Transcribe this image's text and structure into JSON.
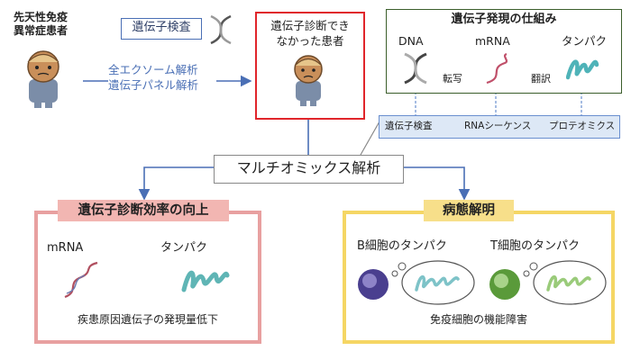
{
  "patient": {
    "label_line1": "先天性免疫",
    "label_line2": "異常症患者"
  },
  "genetic_test": {
    "label": "遺伝子検査"
  },
  "analysis": {
    "line1": "全エクソーム解析",
    "line2": "遺伝子パネル解析"
  },
  "undiagnosed": {
    "line1": "遺伝子診断でき",
    "line2": "なかった患者"
  },
  "gene_expression": {
    "title": "遺伝子発現の仕組み",
    "dna": "DNA",
    "mrna": "mRNA",
    "protein": "タンパク",
    "transcription": "転写",
    "translation": "翻訳",
    "methods": [
      "遺伝子検査",
      "RNAシーケンス",
      "プロテオミクス"
    ]
  },
  "multiomics": {
    "label": "マルチオミックス解析"
  },
  "left_panel": {
    "title": "遺伝子診断効率の向上",
    "mrna": "mRNA",
    "protein": "タンパク",
    "caption": "疾患原因遺伝子の発現量低下"
  },
  "right_panel": {
    "title": "病態解明",
    "b_cell": "B細胞のタンパク",
    "t_cell": "T細胞のタンパク",
    "caption": "免疫細胞の機能障害"
  },
  "colors": {
    "blue_arrow": "#4a6fb5",
    "red_border": "#e0252b",
    "green_border": "#3b5e2b",
    "pink_panel": "#e8a0a0",
    "pink_title": "#f2b6b2",
    "yellow_panel": "#f5d664",
    "yellow_title": "#f7df8a"
  }
}
